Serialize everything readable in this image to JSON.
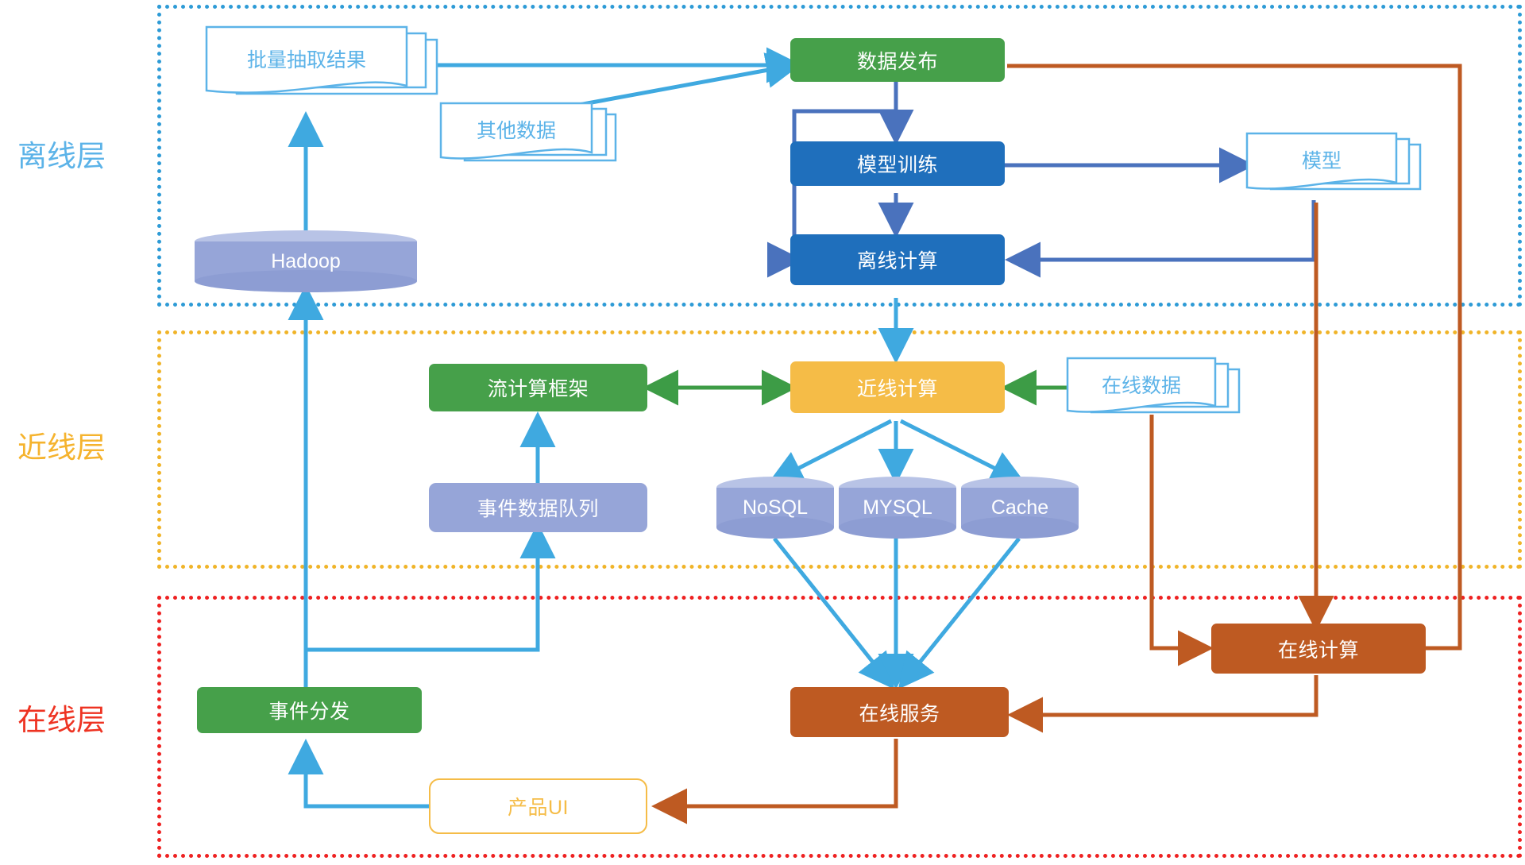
{
  "diagram": {
    "title": "Lambda architecture layered data platform diagram",
    "background": "#ffffff",
    "colors": {
      "offline_accent": "#5cb3e8",
      "nearline_accent": "#f5bc47",
      "online_accent": "#ee3322",
      "green_node": "#46a04a",
      "blue_node": "#1f6fbc",
      "amber_node": "#f5bc47",
      "brown_node": "#be5a22",
      "periwinkle_node": "#96a5d8",
      "blue_arrow": "#3fa9e0",
      "darkblue_arrow": "#4a72bd",
      "green_arrow": "#3d9c46",
      "brown_arrow": "#be5a22"
    }
  },
  "layers": [
    {
      "id": "offline",
      "label": "离线层",
      "border_color": "#2e9bd6",
      "label_color": "#5cb3e8"
    },
    {
      "id": "nearline",
      "label": "近线层",
      "border_color": "#f0b429",
      "label_color": "#f5b32e"
    },
    {
      "id": "online",
      "label": "在线层",
      "border_color": "#ee2222",
      "label_color": "#ee3322"
    }
  ],
  "nodes": {
    "batch_extract_result": {
      "label": "批量抽取结果",
      "shape": "document-stack",
      "layer": "offline"
    },
    "other_data": {
      "label": "其他数据",
      "shape": "document-stack",
      "layer": "offline"
    },
    "hadoop": {
      "label": "Hadoop",
      "shape": "cylinder",
      "layer": "offline"
    },
    "data_publish": {
      "label": "数据发布",
      "shape": "rounded-rect",
      "layer": "offline",
      "color": "green"
    },
    "model_training": {
      "label": "模型训练",
      "shape": "rounded-rect",
      "layer": "offline",
      "color": "blue"
    },
    "offline_compute": {
      "label": "离线计算",
      "shape": "rounded-rect",
      "layer": "offline",
      "color": "blue"
    },
    "model": {
      "label": "模型",
      "shape": "document-stack",
      "layer": "offline"
    },
    "stream_framework": {
      "label": "流计算框架",
      "shape": "rounded-rect",
      "layer": "nearline",
      "color": "green"
    },
    "nearline_compute": {
      "label": "近线计算",
      "shape": "rounded-rect",
      "layer": "nearline",
      "color": "amber"
    },
    "online_data": {
      "label": "在线数据",
      "shape": "document-stack",
      "layer": "nearline"
    },
    "event_data_queue": {
      "label": "事件数据队列",
      "shape": "rounded-rect",
      "layer": "nearline",
      "color": "periwinkle"
    },
    "nosql": {
      "label": "NoSQL",
      "shape": "cylinder",
      "layer": "nearline"
    },
    "mysql": {
      "label": "MYSQL",
      "shape": "cylinder",
      "layer": "nearline"
    },
    "cache": {
      "label": "Cache",
      "shape": "cylinder",
      "layer": "nearline"
    },
    "event_dispatch": {
      "label": "事件分发",
      "shape": "rounded-rect",
      "layer": "online",
      "color": "green"
    },
    "online_service": {
      "label": "在线服务",
      "shape": "rounded-rect",
      "layer": "online",
      "color": "brown"
    },
    "online_compute": {
      "label": "在线计算",
      "shape": "rounded-rect",
      "layer": "online",
      "color": "brown"
    },
    "product_ui": {
      "label": "产品UI",
      "shape": "rounded-rect",
      "layer": "online",
      "color": "outline-amber"
    }
  },
  "edges": [
    {
      "from": "hadoop",
      "to": "batch_extract_result",
      "color": "#3fa9e0"
    },
    {
      "from": "batch_extract_result",
      "to": "data_publish",
      "color": "#3fa9e0"
    },
    {
      "from": "other_data",
      "to": "data_publish",
      "color": "#3fa9e0"
    },
    {
      "from": "data_publish",
      "to": "model_training",
      "color": "#4a72bd"
    },
    {
      "from": "data_publish",
      "to": "offline_compute",
      "color": "#4a72bd"
    },
    {
      "from": "model_training",
      "to": "offline_compute",
      "color": "#4a72bd"
    },
    {
      "from": "model_training",
      "to": "model",
      "color": "#4a72bd"
    },
    {
      "from": "model",
      "to": "offline_compute",
      "color": "#4a72bd"
    },
    {
      "from": "data_publish",
      "to": "nearline_compute",
      "color": "#3fa9e0"
    },
    {
      "from": "nearline_compute",
      "to": "stream_framework",
      "color": "#3d9c46",
      "bidirectional": true
    },
    {
      "from": "online_data",
      "to": "nearline_compute",
      "color": "#3d9c46"
    },
    {
      "from": "nearline_compute",
      "to": "nosql",
      "color": "#3fa9e0"
    },
    {
      "from": "nearline_compute",
      "to": "mysql",
      "color": "#3fa9e0"
    },
    {
      "from": "nearline_compute",
      "to": "cache",
      "color": "#3fa9e0"
    },
    {
      "from": "event_data_queue",
      "to": "stream_framework",
      "color": "#3fa9e0"
    },
    {
      "from": "nosql",
      "to": "online_service",
      "color": "#3fa9e0"
    },
    {
      "from": "mysql",
      "to": "online_service",
      "color": "#3fa9e0"
    },
    {
      "from": "cache",
      "to": "online_service",
      "color": "#3fa9e0"
    },
    {
      "from": "event_dispatch",
      "to": "hadoop",
      "color": "#3fa9e0"
    },
    {
      "from": "event_dispatch",
      "to": "event_data_queue",
      "color": "#3fa9e0"
    },
    {
      "from": "product_ui",
      "to": "event_dispatch",
      "color": "#3fa9e0"
    },
    {
      "from": "data_publish",
      "to": "online_compute",
      "color": "#be5a22"
    },
    {
      "from": "model",
      "to": "online_compute",
      "color": "#be5a22"
    },
    {
      "from": "online_data",
      "to": "online_compute",
      "color": "#be5a22"
    },
    {
      "from": "online_compute",
      "to": "online_service",
      "color": "#be5a22"
    },
    {
      "from": "online_service",
      "to": "product_ui",
      "color": "#be5a22"
    }
  ]
}
